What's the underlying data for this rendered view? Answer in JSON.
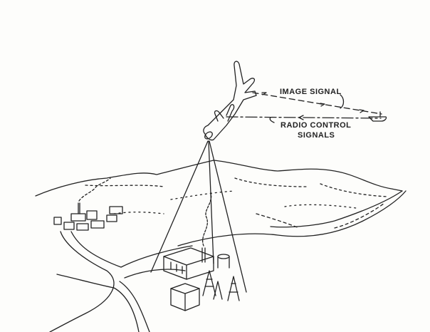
{
  "labels": {
    "image_signal": "IMAGE SIGNAL",
    "radio_control_line1": "RADIO CONTROL",
    "radio_control_line2": "SIGNALS"
  },
  "colors": {
    "ink": "#222222",
    "paper": "#fdfdfb"
  }
}
